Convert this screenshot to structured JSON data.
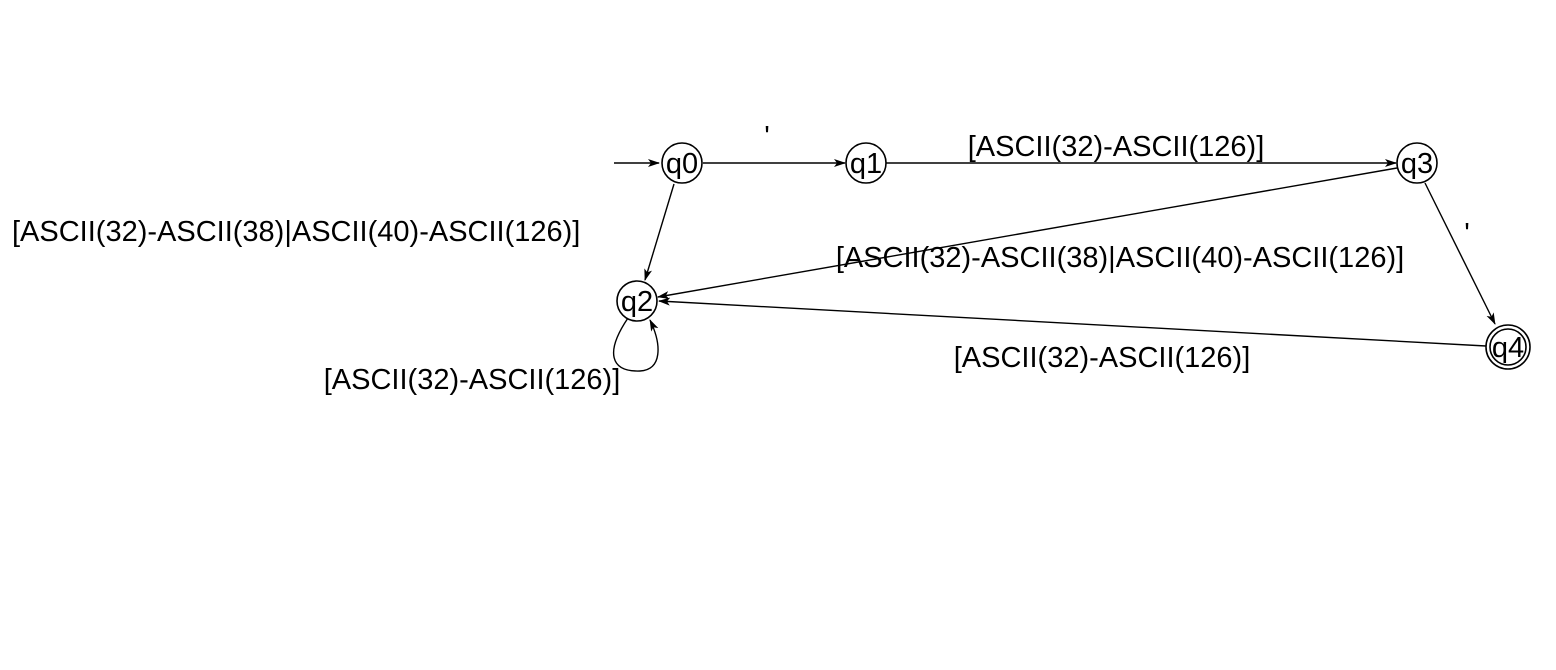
{
  "diagram": {
    "states": [
      {
        "id": "q0",
        "label": "q0",
        "start": true,
        "accepting": false
      },
      {
        "id": "q1",
        "label": "q1",
        "start": false,
        "accepting": false
      },
      {
        "id": "q2",
        "label": "q2",
        "start": false,
        "accepting": false
      },
      {
        "id": "q3",
        "label": "q3",
        "start": false,
        "accepting": false
      },
      {
        "id": "q4",
        "label": "q4",
        "start": false,
        "accepting": true
      }
    ],
    "transitions": [
      {
        "from": "q0",
        "to": "q1",
        "label": "'"
      },
      {
        "from": "q1",
        "to": "q3",
        "label": "[ASCII(32)-ASCII(126)]"
      },
      {
        "from": "q0",
        "to": "q2",
        "label": "[ASCII(32)-ASCII(38)|ASCII(40)-ASCII(126)]"
      },
      {
        "from": "q3",
        "to": "q2",
        "label": "[ASCII(32)-ASCII(38)|ASCII(40)-ASCII(126)]"
      },
      {
        "from": "q2",
        "to": "q2",
        "label": "[ASCII(32)-ASCII(126)]"
      },
      {
        "from": "q3",
        "to": "q4",
        "label": "'"
      },
      {
        "from": "q4",
        "to": "q2",
        "label": "[ASCII(32)-ASCII(126)]"
      }
    ]
  }
}
